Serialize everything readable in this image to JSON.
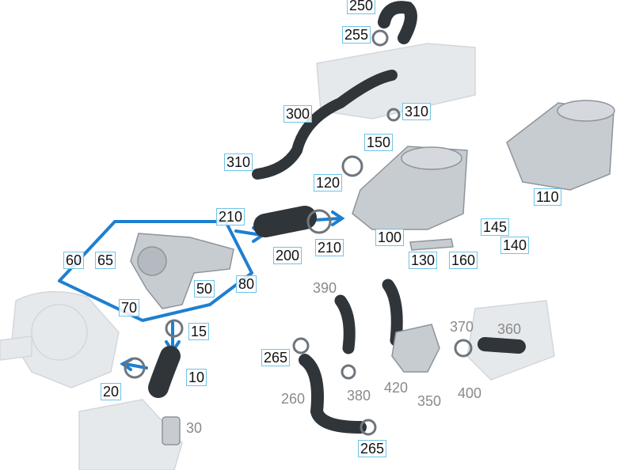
{
  "accent_color": "#1e7fd0",
  "hose_color": "#2f3338",
  "part_color": "#c9cdd2",
  "ghost_color": "#e3e6ea",
  "callouts": {
    "c250": "250",
    "c255": "255",
    "c300": "300",
    "c310a": "310",
    "c310b": "310",
    "c150": "150",
    "c120": "120",
    "c210a": "210",
    "c210b": "210",
    "c200": "200",
    "c100": "100",
    "c110": "110",
    "c145": "145",
    "c140": "140",
    "c130": "130",
    "c160": "160",
    "c60": "60",
    "c65": "65",
    "c50": "50",
    "c80": "80",
    "c70": "70",
    "c15": "15",
    "c10": "10",
    "c20": "20",
    "c30": "30",
    "c390": "390",
    "c265a": "265",
    "c260": "260",
    "c265b": "265",
    "c380": "380",
    "c420": "420",
    "c350": "350",
    "c370": "370",
    "c360": "360",
    "c400": "400"
  }
}
